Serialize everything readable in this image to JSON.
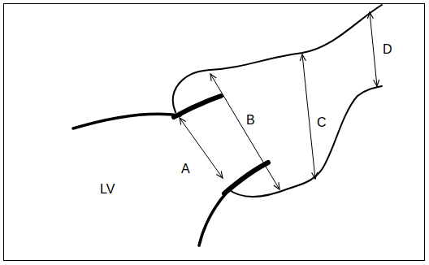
{
  "diagram": {
    "labels": [
      "A",
      "B",
      "C",
      "D",
      "LV"
    ]
  }
}
